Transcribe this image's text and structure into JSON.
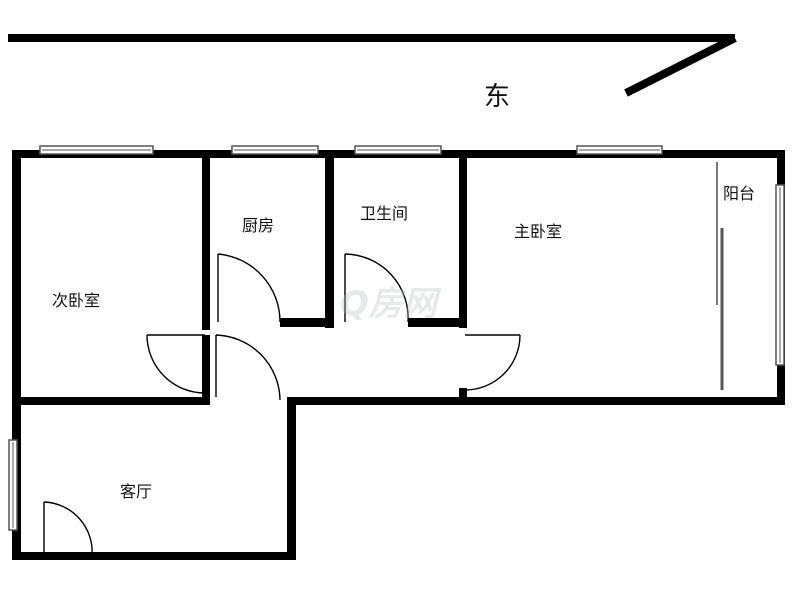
{
  "compass": {
    "direction": "东"
  },
  "rooms": {
    "secondary_bedroom": "次卧室",
    "kitchen": "厨房",
    "bathroom": "卫生间",
    "master_bedroom": "主卧室",
    "balcony": "阳台",
    "living_room": "客厅"
  },
  "watermark": {
    "text": "Q房网"
  },
  "colors": {
    "wall": "#000000",
    "window": "#888888",
    "background": "#ffffff"
  }
}
